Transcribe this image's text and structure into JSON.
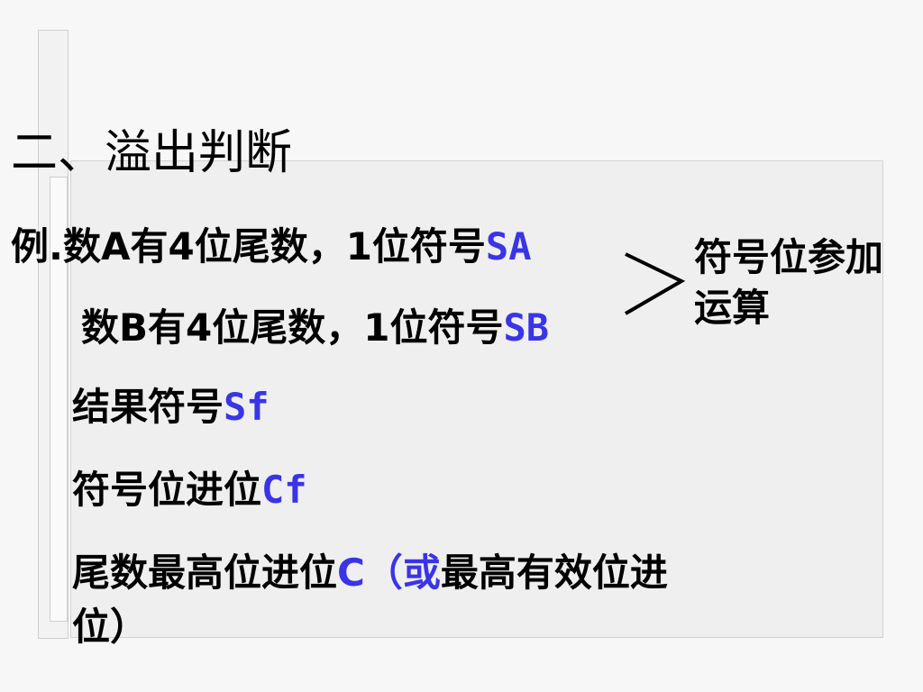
{
  "title": "二、溢出判断",
  "example": {
    "prefix": "例.",
    "lineA": {
      "text": "数A有4位尾数，1位符号",
      "var": "SA"
    },
    "lineB": {
      "text": "数B有4位尾数，1位符号",
      "var": "SB"
    }
  },
  "note": "符号位参加运算",
  "items": [
    {
      "text": "结果符号",
      "var": "Sf"
    },
    {
      "text": "符号位进位",
      "var": "Cf"
    }
  ],
  "last": {
    "text1": "尾数最高位进位",
    "var": "C（或",
    "text2": "最高有效位进",
    "text3": "位）"
  },
  "colors": {
    "accent": "#3a34e8"
  }
}
